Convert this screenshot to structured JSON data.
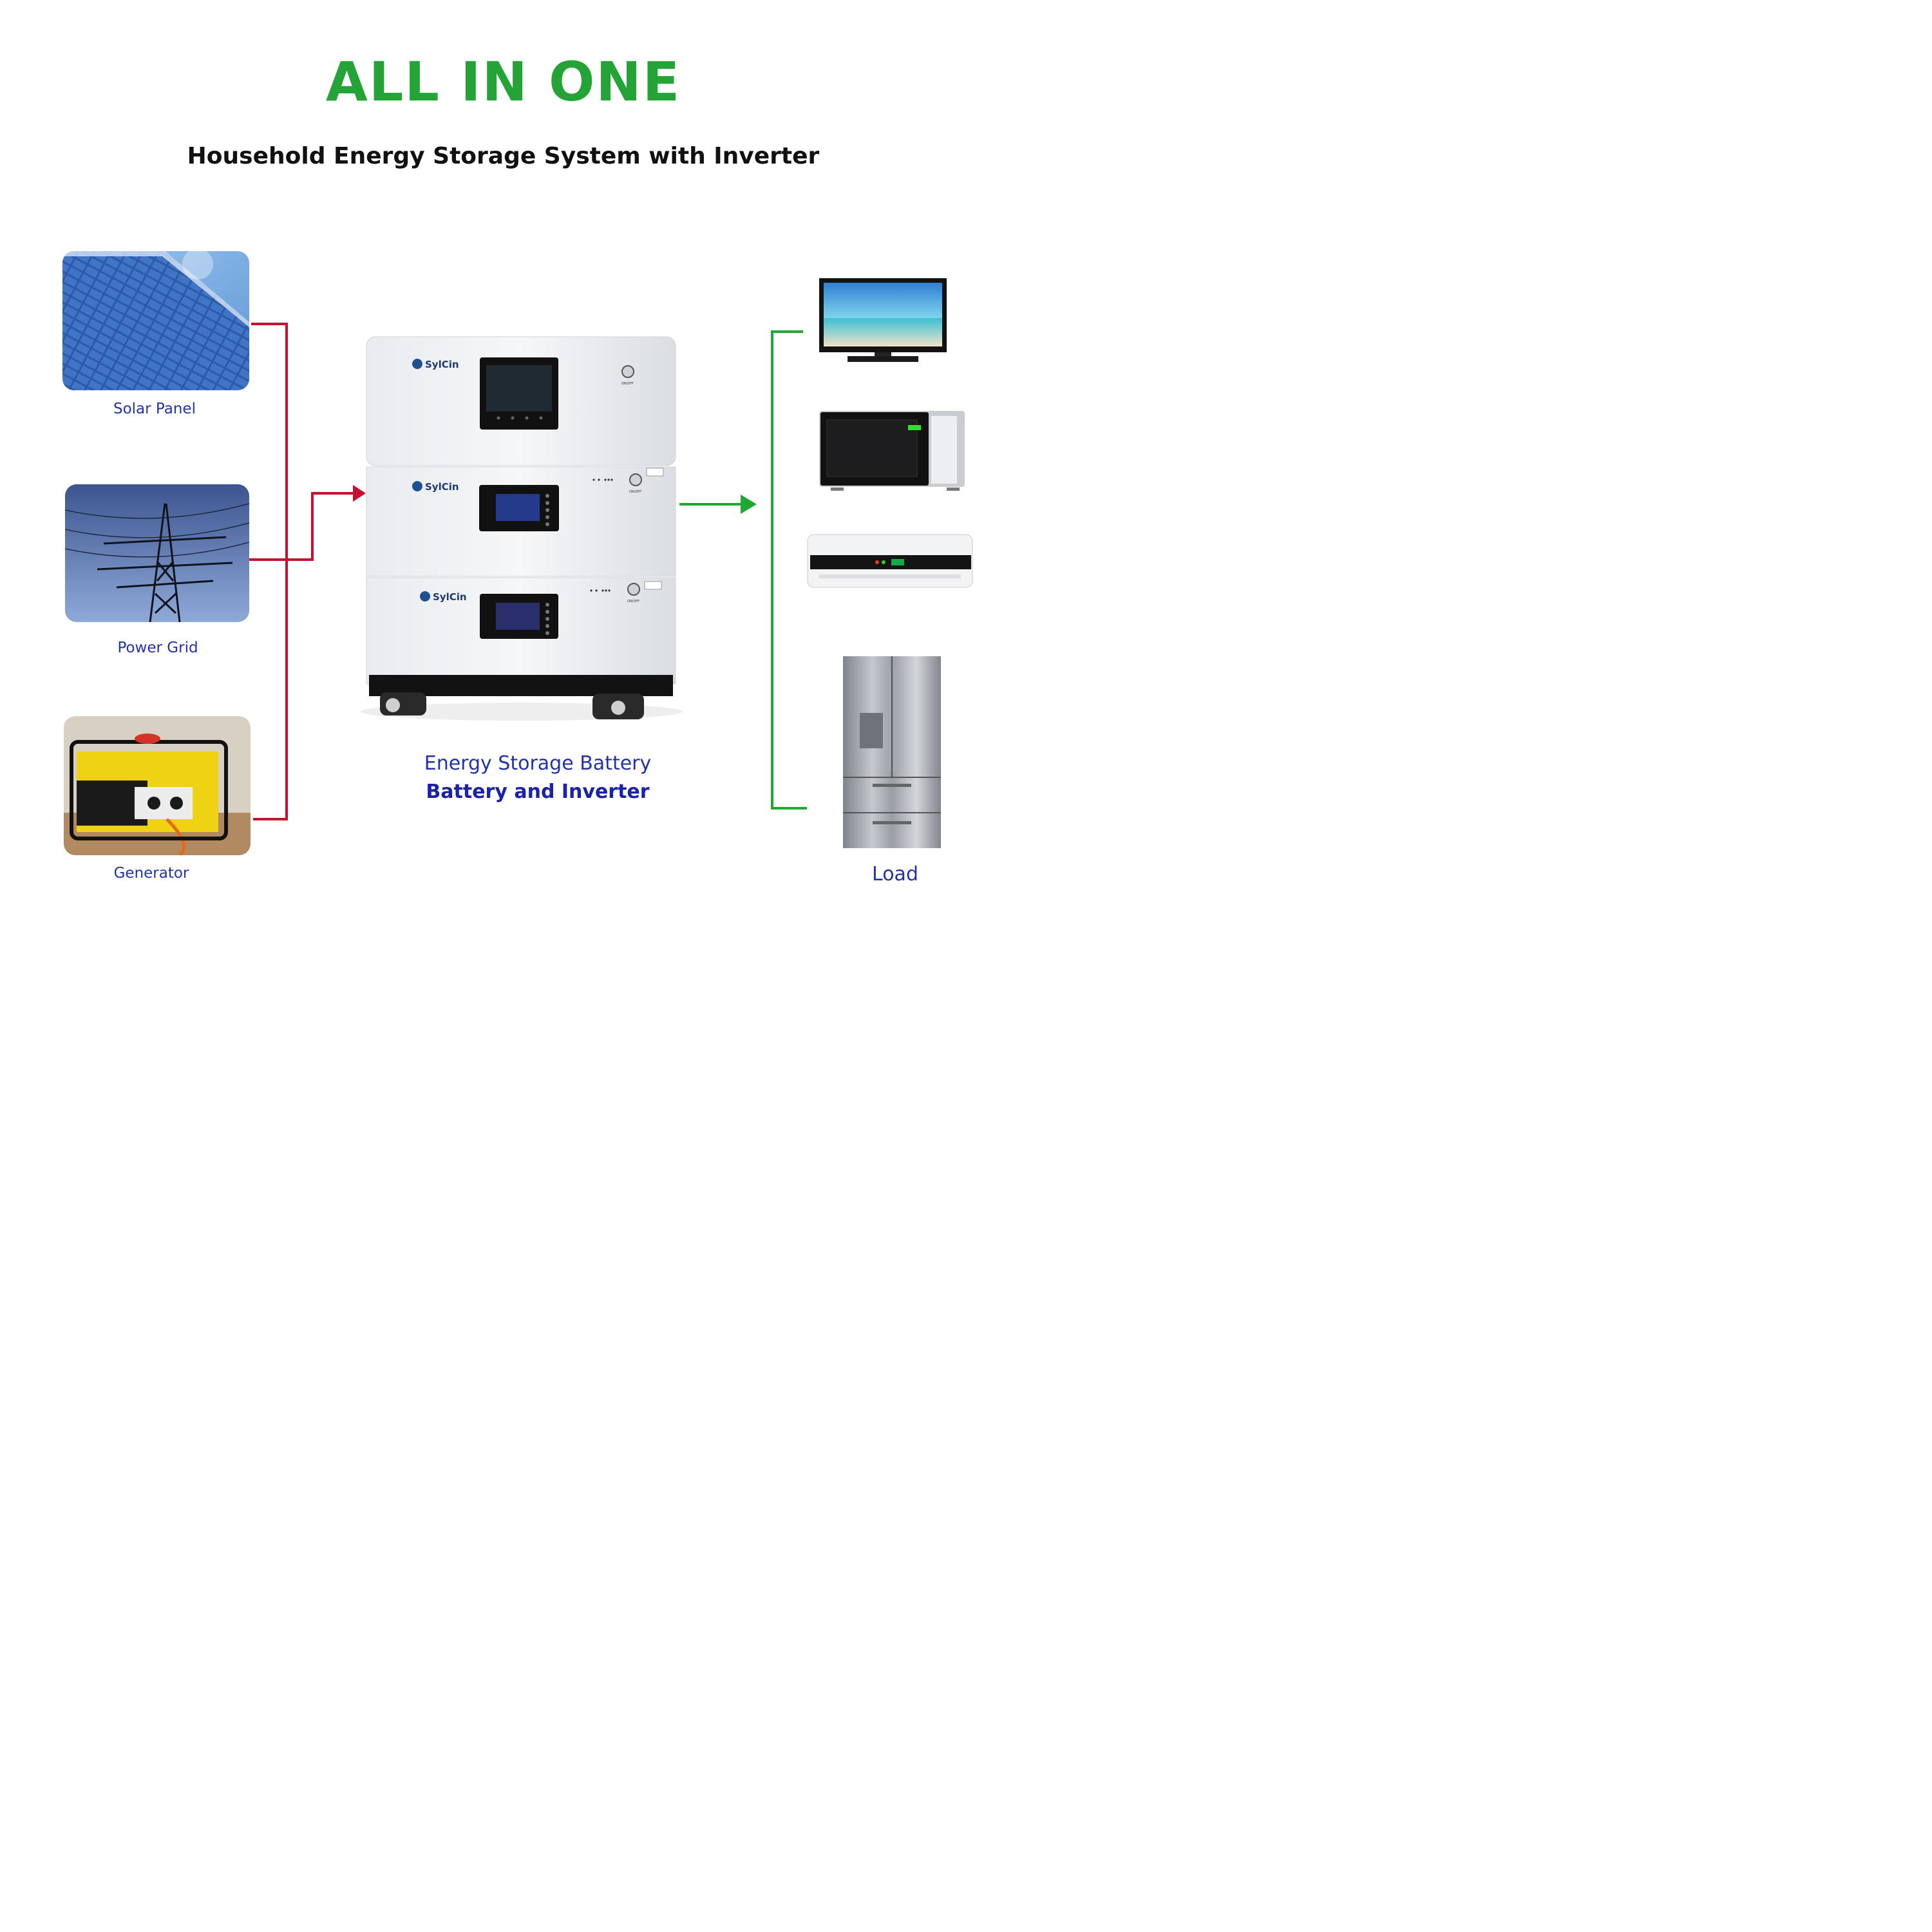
{
  "header": {
    "title": "ALL IN ONE",
    "subtitle": "Household Energy Storage System with Inverter"
  },
  "sources": {
    "solar_label": "Solar Panel",
    "grid_label": "Power Grid",
    "generator_label": "Generator"
  },
  "storage": {
    "brand": "SylCin",
    "onoff_label": "ON/OFF",
    "caption_line1": "Energy Storage Battery",
    "caption_line2": "Battery and Inverter"
  },
  "load": {
    "label": "Load"
  },
  "colors": {
    "title_green": "#24a437",
    "input_line_red": "#c8102e",
    "output_line_green": "#1fa832",
    "label_blue": "#2233aa"
  }
}
